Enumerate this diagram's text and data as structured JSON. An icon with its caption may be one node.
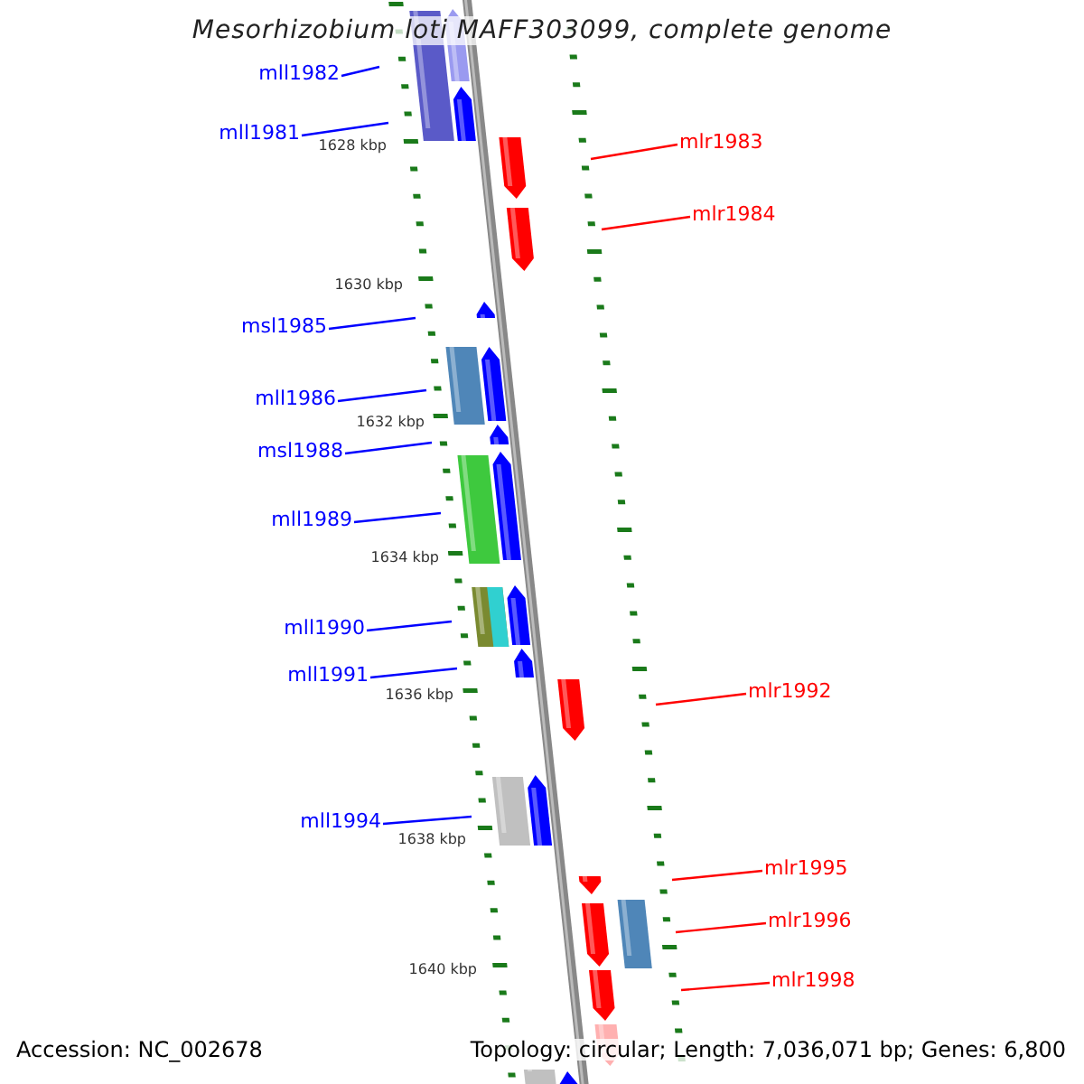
{
  "diagram": {
    "title": "Mesorhizobium loti MAFF303099, complete genome",
    "nodes": [
      {
        "text": [
          "mll1982"
        ]
      },
      {
        "text": [
          "mll1981"
        ]
      },
      {
        "text": [
          "mlr1983"
        ]
      },
      {
        "text": [
          "mlr1984"
        ]
      },
      {
        "text": [
          "msl1985"
        ]
      },
      {
        "text": [
          "mll1986"
        ]
      },
      {
        "text": [
          "msl1988"
        ]
      },
      {
        "text": [
          "mll1989"
        ]
      },
      {
        "text": [
          "mll1990"
        ]
      },
      {
        "text": [
          "mll1991"
        ]
      },
      {
        "text": [
          "mlr1992"
        ]
      },
      {
        "text": [
          "mll1994"
        ]
      },
      {
        "text": [
          "mlr1995"
        ]
      },
      {
        "text": [
          "mlr1996"
        ]
      },
      {
        "text": [
          "mlr1998"
        ]
      }
    ],
    "edges": [
      {
        "from": 0,
        "to": null,
        "arrow": "none"
      },
      {
        "from": 1,
        "to": null,
        "arrow": "none"
      },
      {
        "from": 2,
        "to": null,
        "arrow": "none",
        "color": "#ff0000"
      },
      {
        "from": 3,
        "to": null,
        "arrow": "none",
        "color": "#ff0000"
      },
      {
        "from": 4,
        "to": null,
        "arrow": "none"
      },
      {
        "from": 5,
        "to": null,
        "arrow": "none"
      },
      {
        "from": 6,
        "to": null,
        "arrow": "none"
      },
      {
        "from": 7,
        "to": null,
        "arrow": "none"
      },
      {
        "from": 8,
        "to": null,
        "arrow": "none"
      },
      {
        "from": 9,
        "to": null,
        "arrow": "none"
      },
      {
        "from": 10,
        "to": null,
        "arrow": "none",
        "color": "#ff0000"
      },
      {
        "from": 11,
        "to": null,
        "arrow": "none"
      },
      {
        "from": 12,
        "to": null,
        "arrow": "none",
        "color": "#ff0000"
      },
      {
        "from": 13,
        "to": null,
        "arrow": "none",
        "color": "#ff0000"
      },
      {
        "from": 14,
        "to": null,
        "arrow": "none",
        "color": "#ff0000"
      }
    ],
    "labels": [
      "1628 kbp",
      "1630 kbp",
      "1632 kbp",
      "1634 kbp",
      "1636 kbp",
      "1638 kbp",
      "1640 kbp",
      "Accession: NC_002678",
      "Topology: circular; Length: 7,036,071 bp; Genes: 6,800"
    ]
  }
}
